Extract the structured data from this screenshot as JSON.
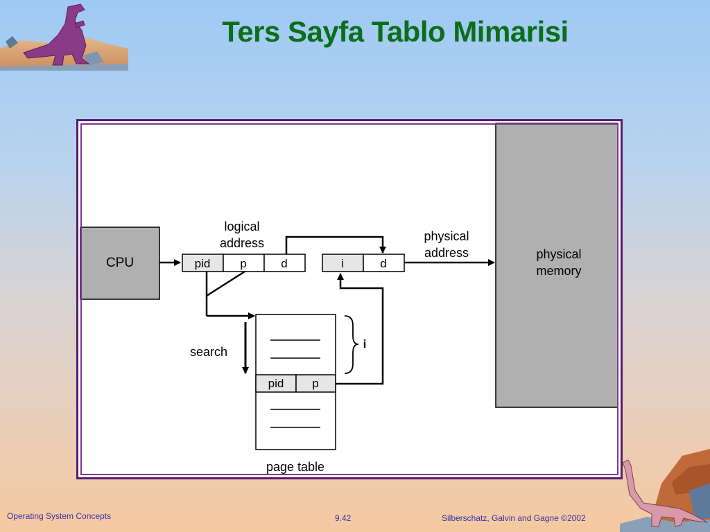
{
  "slide": {
    "title": "Ters Sayfa Tablo Mimarisi"
  },
  "diagram": {
    "cpu_label": "CPU",
    "logical_address_line1": "logical",
    "logical_address_line2": "address",
    "logical_fields": [
      "pid",
      "p",
      "d"
    ],
    "physical_fields": [
      "i",
      "d"
    ],
    "physical_address_line1": "physical",
    "physical_address_line2": "address",
    "physical_memory_line1": "physical",
    "physical_memory_line2": "memory",
    "search_label": "search",
    "index_label": "i",
    "page_table_entry": [
      "pid",
      "p"
    ],
    "page_table_label": "page table"
  },
  "footer": {
    "left": "Operating System Concepts",
    "center": "9.42",
    "right": "Silberschatz, Galvin and  Gagne ©2002"
  },
  "colors": {
    "title": "#0b6e1a",
    "frame": "#5a1a6e",
    "box_fill": "#b0b0b0",
    "field_fill": "#e6e6e6",
    "footer_text": "#3a2fa8"
  }
}
